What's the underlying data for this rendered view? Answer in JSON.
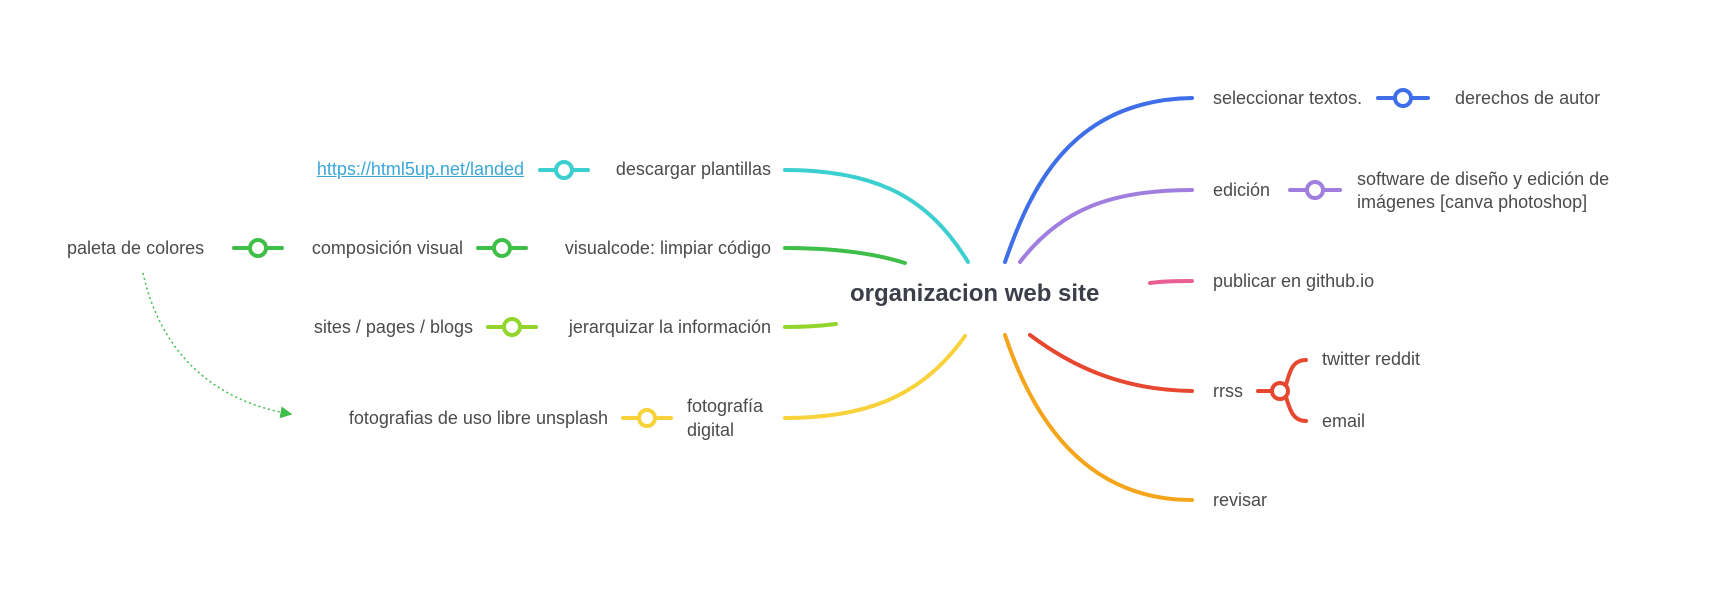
{
  "map": {
    "root": "organizacion web site",
    "left": {
      "descargar": "descargar plantillas",
      "url": "https://html5up.net/landed",
      "visualcode": "visualcode: limpiar código",
      "composicion": "composición visual",
      "paleta": "paleta de colores",
      "jerarquizar": "jerarquizar la información",
      "sites": "sites / pages / blogs",
      "fotografia_1": "fotografía",
      "fotografia_2": "digital",
      "fotos_libres": "fotografias de uso libre unsplash"
    },
    "right": {
      "seleccionar": "seleccionar textos.",
      "derechos": "derechos de autor",
      "edicion": "edición",
      "software_1": "software de diseño y edición de",
      "software_2": "imágenes [canva photoshop]",
      "publicar": "publicar en github.io",
      "rrss": "rrss",
      "twitter": "twitter reddit",
      "email": "email",
      "revisar": "revisar"
    }
  },
  "colors": {
    "cyan": "#3ccfcf",
    "green": "#3fbf4a",
    "lime": "#93d62b",
    "yellow": "#f7d23a",
    "blue": "#3f6fe8",
    "purple": "#a07ee0",
    "pink": "#ea5f92",
    "red": "#e8472f",
    "orange": "#f4a51c"
  }
}
